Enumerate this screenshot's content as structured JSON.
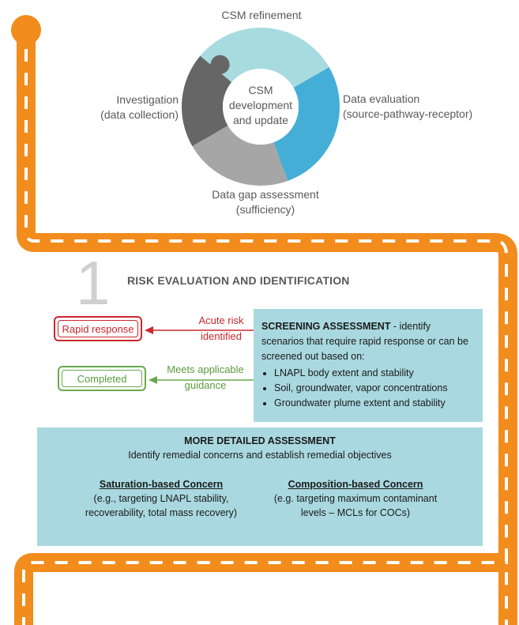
{
  "colors": {
    "road": "#f28c1c",
    "road_dash": "#ffffff",
    "cycle_refinement": "#a8dbe0",
    "cycle_evaluation": "#45aed6",
    "cycle_gap": "#a6a6a6",
    "cycle_investigation": "#666666",
    "box_fill": "#a9d8e0",
    "rapid": "#c8282e",
    "completed": "#6aa84f",
    "step_number": "#d0d0d0"
  },
  "cycle": {
    "center_label": [
      "CSM",
      "development",
      "and update"
    ],
    "segments": [
      {
        "name": "refinement",
        "label_lines": [
          "CSM refinement"
        ]
      },
      {
        "name": "evaluation",
        "label_lines": [
          "Data evaluation",
          "(source-pathway-receptor)"
        ]
      },
      {
        "name": "gap",
        "label_lines": [
          "Data gap assessment",
          "(sufficiency)"
        ]
      },
      {
        "name": "investigation",
        "label_lines": [
          "Investigation",
          "(data collection)"
        ]
      }
    ]
  },
  "step": {
    "number": "1",
    "title": "RISK EVALUATION AND IDENTIFICATION"
  },
  "outcomes": {
    "rapid_label": "Rapid response",
    "completed_label": "Completed",
    "acute_arrow_lines": [
      "Acute risk",
      "identified"
    ],
    "meets_arrow_lines": [
      "Meets applicable",
      "guidance"
    ]
  },
  "screening": {
    "title": "SCREENING ASSESSMENT",
    "intro": " - identify scenarios that require rapid response or can be screened out based on:",
    "items": [
      "LNAPL body extent and stability",
      "Soil, groundwater, vapor concentrations",
      "Groundwater plume extent and stability"
    ]
  },
  "detailed": {
    "title": "MORE DETAILED ASSESSMENT",
    "subtitle": "Identify remedial concerns and establish remedial objectives",
    "saturation": {
      "title": "Saturation-based Concern",
      "lines": [
        "(e.g., targeting LNAPL stability,",
        "recoverability, total mass recovery)"
      ]
    },
    "composition": {
      "title": "Composition-based Concern",
      "lines": [
        "(e.g. targeting maximum contaminant",
        "levels – MCLs for COCs)"
      ]
    }
  }
}
